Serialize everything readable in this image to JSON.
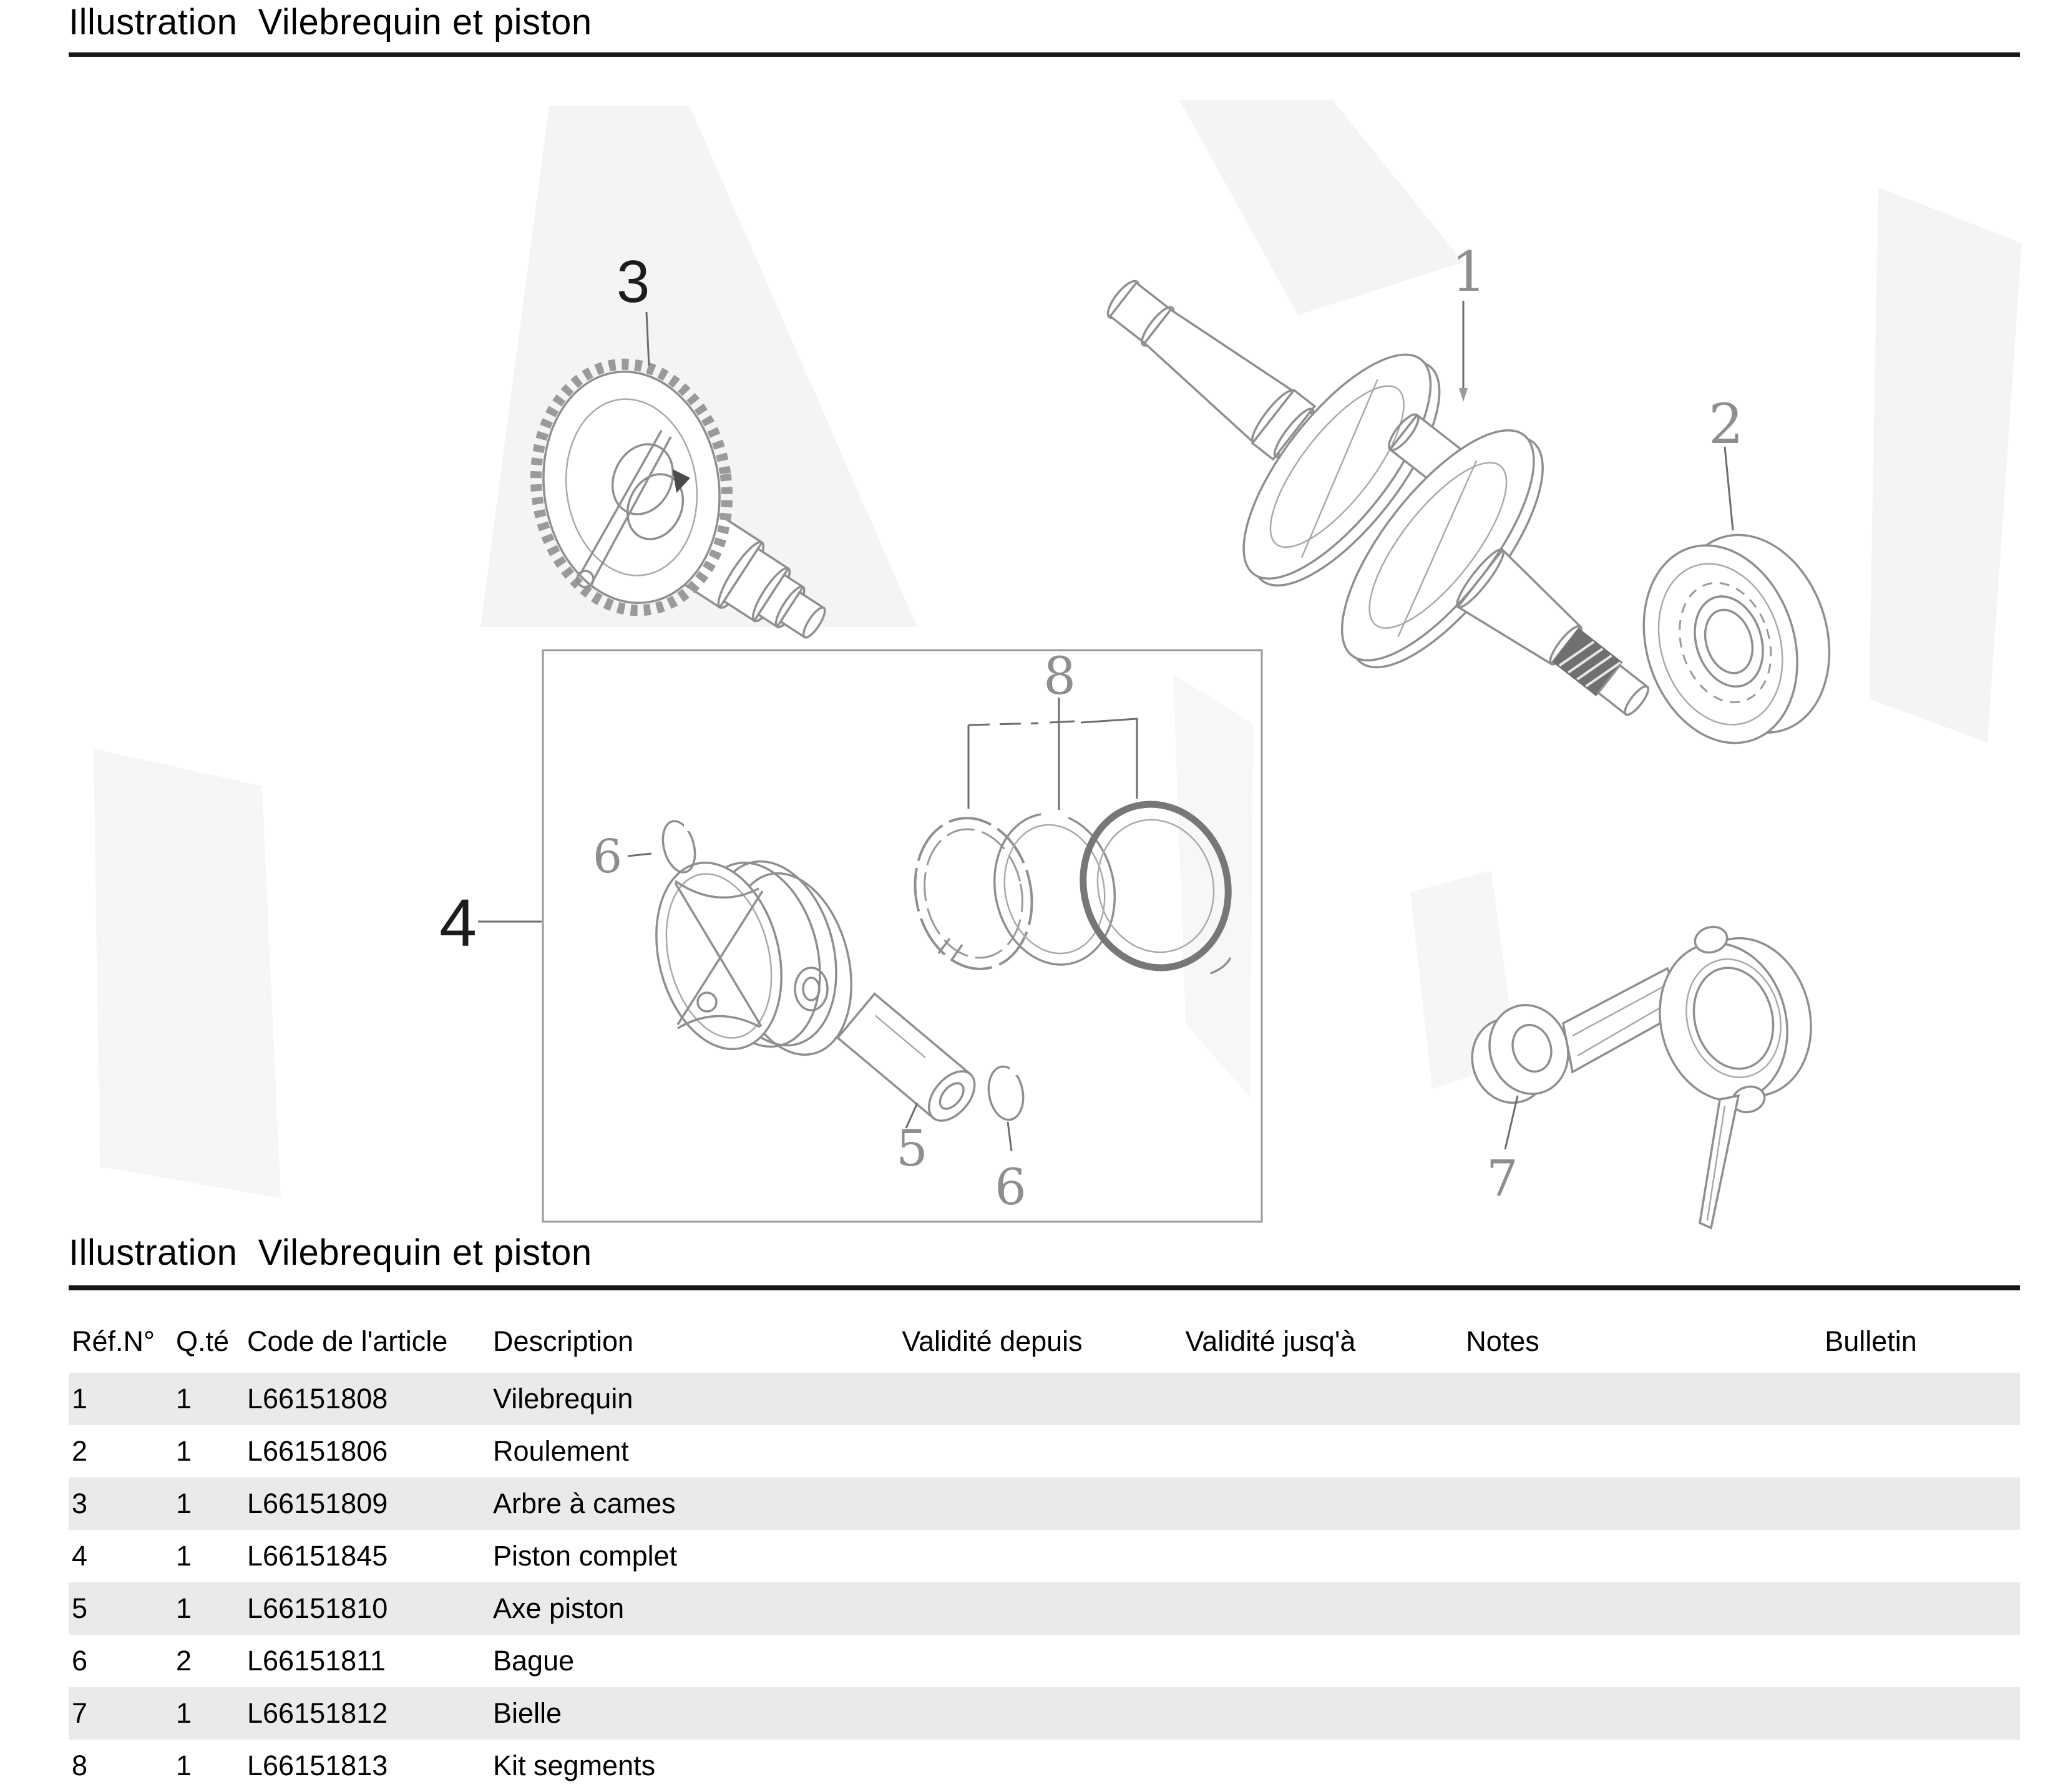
{
  "header": {
    "title": "Illustration  Vilebrequin et piston"
  },
  "diagram": {
    "callouts": {
      "c1": "1",
      "c2": "2",
      "c3": "3",
      "c4": "4",
      "c5": "5",
      "c6a": "6",
      "c6b": "6",
      "c7": "7",
      "c8": "8"
    },
    "line_color": "#8f8f8f",
    "dark_metal_color": "#707070"
  },
  "table": {
    "title": "Illustration  Vilebrequin et piston",
    "headers": [
      "Réf.N°",
      "Q.té",
      "Code de l'article",
      "Description",
      "Validité depuis",
      "Validité jusq'à",
      "Notes",
      "Bulletin"
    ],
    "stripe_color": "#e9eaea",
    "rows": [
      {
        "ref": "1",
        "qty": "1",
        "code": "L66151808",
        "desc": "Vilebrequin"
      },
      {
        "ref": "2",
        "qty": "1",
        "code": "L66151806",
        "desc": "Roulement"
      },
      {
        "ref": "3",
        "qty": "1",
        "code": "L66151809",
        "desc": "Arbre à cames"
      },
      {
        "ref": "4",
        "qty": "1",
        "code": "L66151845",
        "desc": "Piston complet"
      },
      {
        "ref": "5",
        "qty": "1",
        "code": "L66151810",
        "desc": "Axe piston"
      },
      {
        "ref": "6",
        "qty": "2",
        "code": "L66151811",
        "desc": "Bague"
      },
      {
        "ref": "7",
        "qty": "1",
        "code": "L66151812",
        "desc": "Bielle"
      },
      {
        "ref": "8",
        "qty": "1",
        "code": "L66151813",
        "desc": "Kit segments"
      }
    ]
  }
}
